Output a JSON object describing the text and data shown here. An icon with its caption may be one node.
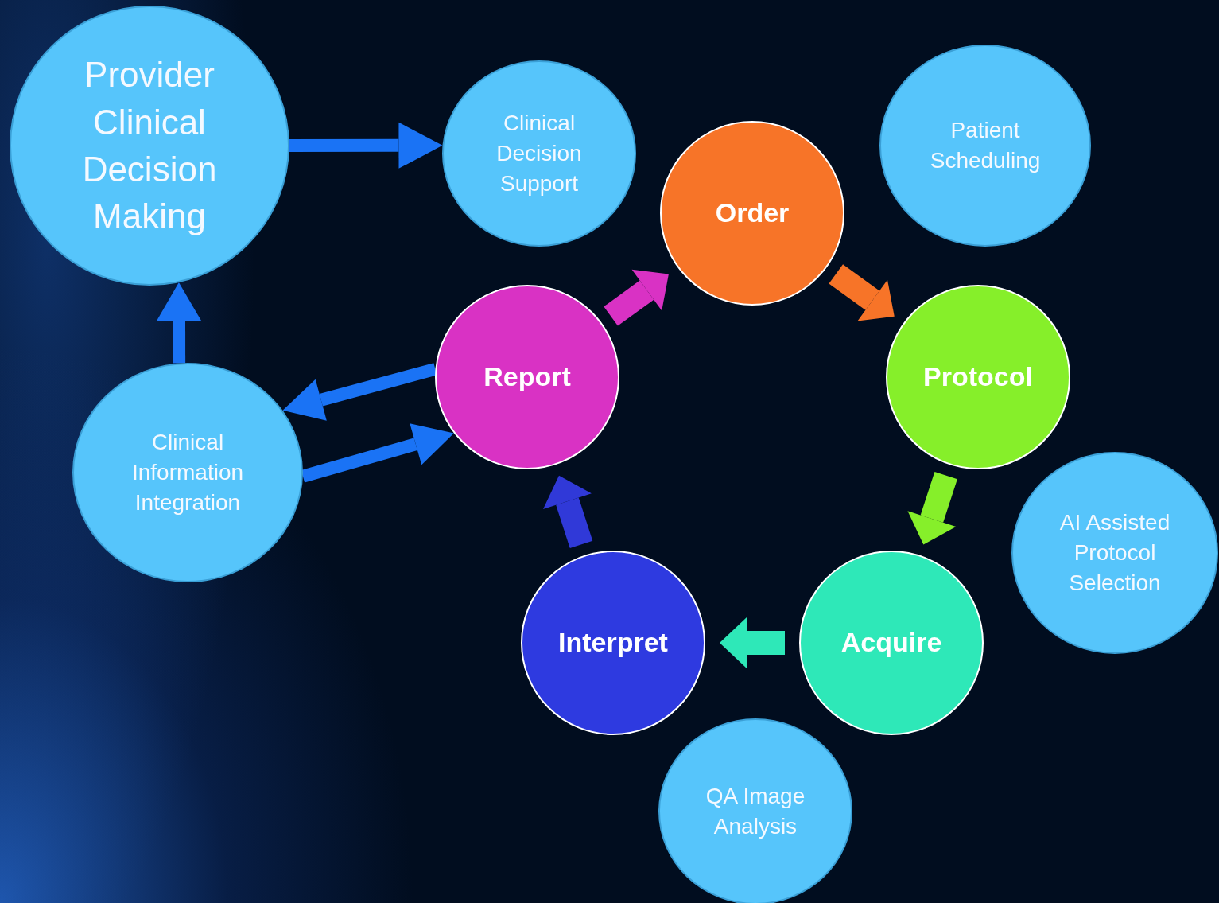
{
  "diagram": {
    "nodes": [
      {
        "text": [
          "Provider Clinical Decision Making"
        ]
      },
      {
        "text": [
          "Clinical Decision Support"
        ]
      },
      {
        "text": [
          "Patient Scheduling"
        ]
      },
      {
        "text": [
          "Order"
        ]
      },
      {
        "text": [
          "Report"
        ]
      },
      {
        "text": [
          "Protocol"
        ]
      },
      {
        "text": [
          "Clinical Information Integration"
        ]
      },
      {
        "text": [
          "AI Assisted Protocol Selection"
        ]
      },
      {
        "text": [
          "Interpret"
        ]
      },
      {
        "text": [
          "Acquire"
        ]
      },
      {
        "text": [
          "QA Image Analysis"
        ]
      }
    ],
    "edges": [
      {
        "from": 0,
        "to": 1,
        "arrow": "to"
      },
      {
        "from": 6,
        "to": 0,
        "arrow": "to"
      },
      {
        "from": 4,
        "to": 6,
        "arrow": "to"
      },
      {
        "from": 6,
        "to": 4,
        "arrow": "to"
      },
      {
        "from": 4,
        "to": 3,
        "arrow": "to",
        "color": "#d932c4"
      },
      {
        "from": 3,
        "to": 5,
        "arrow": "to",
        "color": "#f77428"
      },
      {
        "from": 5,
        "to": 9,
        "arrow": "to",
        "color": "#86ef2a"
      },
      {
        "from": 9,
        "to": 8,
        "arrow": "to",
        "color": "#2ee8b8"
      },
      {
        "from": 8,
        "to": 4,
        "arrow": "to",
        "color": "#3039d8"
      }
    ]
  }
}
